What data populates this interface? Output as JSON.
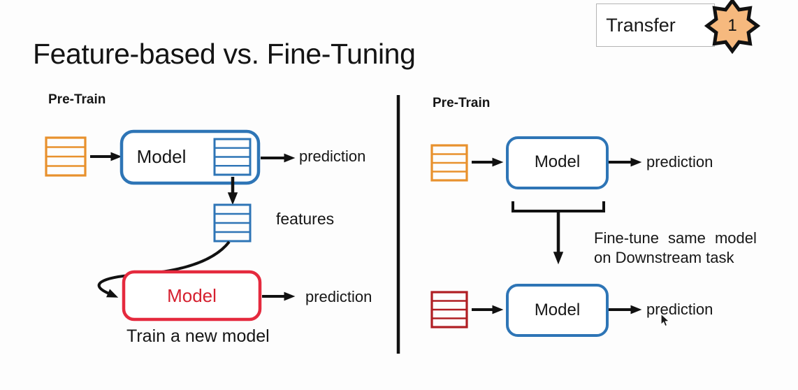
{
  "slide": {
    "title": "Feature-based vs. Fine-Tuning",
    "badge": {
      "label": "Transfer",
      "number": "1"
    },
    "left": {
      "phase_label": "Pre-Train",
      "model_label": "Model",
      "prediction_top": "prediction",
      "features_label": "features",
      "new_model_label": "Model",
      "prediction_bottom": "prediction",
      "caption": "Train a new model"
    },
    "right": {
      "phase_label": "Pre-Train",
      "model_top_label": "Model",
      "prediction_top": "prediction",
      "finetune_note_line1": "Fine-tune same model",
      "finetune_note_line2": "on Downstream task",
      "model_bottom_label": "Model",
      "prediction_bottom": "prediction"
    },
    "icons": {
      "data_block": "striped-rows-box",
      "star_badge": "8-point-star",
      "cursor": "mouse-pointer"
    },
    "colors": {
      "blue": "#2E75B6",
      "orange": "#E8912D",
      "red": "#E52A3E",
      "dark_red": "#B01E23",
      "star_fill": "#F6B97E",
      "ink": "#111111"
    }
  }
}
